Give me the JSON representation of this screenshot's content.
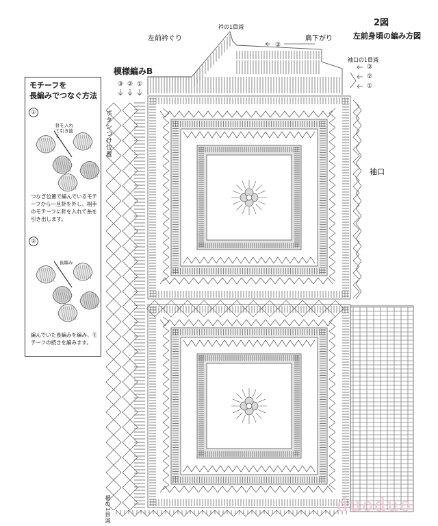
{
  "figure": {
    "number": "2図",
    "title": "左前身頃の編み方図"
  },
  "labels": {
    "front_neckline": "左前衿ぐり",
    "neck_decrease": "衿の1目減",
    "shoulder_slope": "肩下がり",
    "armhole_decrease": "袖口の1目減",
    "pattern_b": "模様編みB",
    "button_position": "ボタンつけ位置",
    "armhole": "袖口",
    "hem_decrease": "裾の1目減"
  },
  "row_markers": {
    "shoulder": "③",
    "armhole_1": "③",
    "armhole_2": "②",
    "armhole_3": "①",
    "pattern_b_1": "③",
    "pattern_b_2": "②",
    "pattern_b_3": "①"
  },
  "instructions": {
    "title_line1": "モチーフを",
    "title_line2": "長編みでつなぐ方法",
    "step1": {
      "number": "①",
      "callout": "針を入れて引き抜く",
      "caption": "つなぎ位置で編んでいるモチーフから一旦針を外し、相手のモチーフに針を入れて糸を引き出します。"
    },
    "step2": {
      "number": "②",
      "callout": "長編み",
      "caption": "編んでいた長編みを編み、モチーフの続きを編みます。"
    }
  },
  "watermark": "duoduo"
}
